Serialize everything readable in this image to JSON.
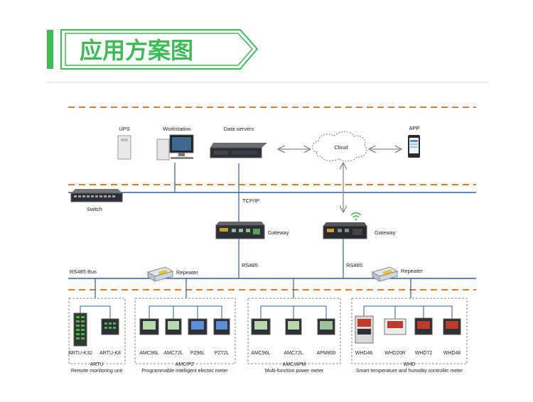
{
  "header": {
    "title": "应用方案图"
  },
  "colors": {
    "accent_green": "#3dbb54",
    "dashed_orange": "#e07b27",
    "bus_blue": "#2e5e9e",
    "dark_device": "#2d3036"
  },
  "devices": {
    "ups": "UPS",
    "workstation": "Workstation",
    "data_servers": "Data servers",
    "cloud": "Cloud",
    "app": "APP",
    "switch": "Switch",
    "tcpip": "TCP/IP",
    "gateway_left": "Gateway",
    "gateway_right": "Gateway",
    "rs485_left": "RS485",
    "rs485_right": "RS485",
    "rs485_bus": "RS485 Bus",
    "repeater_left": "Repeater",
    "repeater_right": "Repeater"
  },
  "groups": [
    {
      "items": [
        "ARTU-K32",
        "ARTU-K8"
      ],
      "name": "ARTU",
      "desc": "Remote monitoring unit"
    },
    {
      "items": [
        "AMC96L",
        "AMC72L",
        "PZ96L",
        "PZ72L"
      ],
      "name": "AMC/PZ",
      "desc": "Programmable intelligent electric meter"
    },
    {
      "items": [
        "AMC96L",
        "AMC72L",
        "APM800"
      ],
      "name": "AMC/APM",
      "desc": "Multi-function power meter"
    },
    {
      "items": [
        "WHD46",
        "WHD20R",
        "WHD72",
        "WHD48"
      ],
      "name": "WHD",
      "desc": "Smart temperature and humidity controller meter"
    }
  ]
}
